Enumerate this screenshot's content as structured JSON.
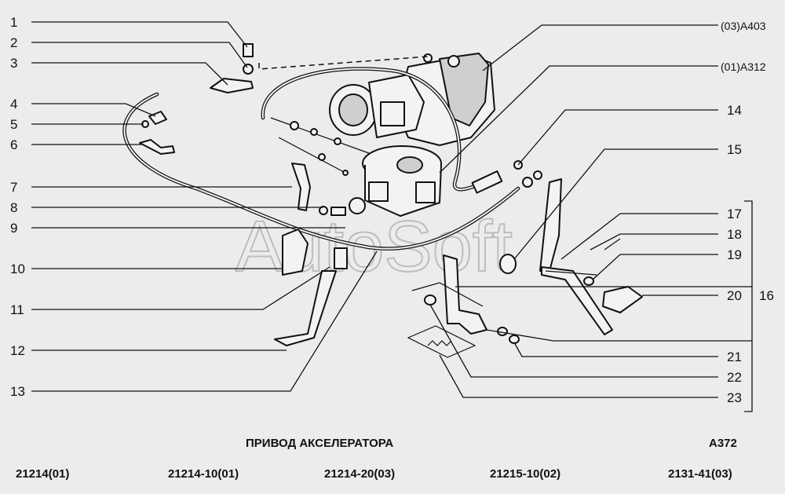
{
  "watermark": "AutoSoft",
  "title": "ПРИВОД АКСЕЛЕРАТОРА",
  "code": "A372",
  "references": [
    "(03)A403",
    "(01)A312"
  ],
  "callouts_left": [
    "1",
    "2",
    "3",
    "4",
    "5",
    "6",
    "7",
    "8",
    "9",
    "10",
    "11",
    "12",
    "13"
  ],
  "callouts_right": [
    "14",
    "15",
    "17",
    "18",
    "19",
    "20",
    "21",
    "22",
    "23"
  ],
  "group_label": "16",
  "models": [
    "21214(01)",
    "21214-10(01)",
    "21214-20(03)",
    "21215-10(02)",
    "2131-41(03)"
  ]
}
